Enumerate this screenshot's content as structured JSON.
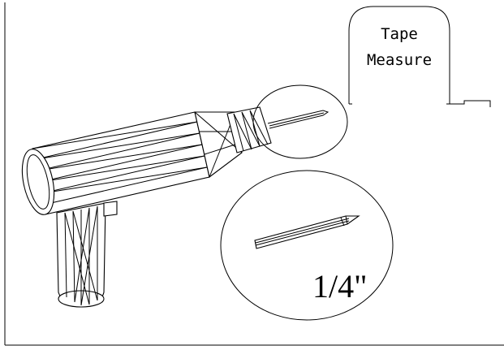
{
  "tape_measure": {
    "line1": "Tape",
    "line2": "Measure"
  },
  "callout": {
    "size_label": "1/4\""
  },
  "colors": {
    "ink": "#000000",
    "paper": "#ffffff"
  },
  "icons": [
    "drill-icon",
    "drill-bit-icon",
    "tape-measure-icon"
  ]
}
